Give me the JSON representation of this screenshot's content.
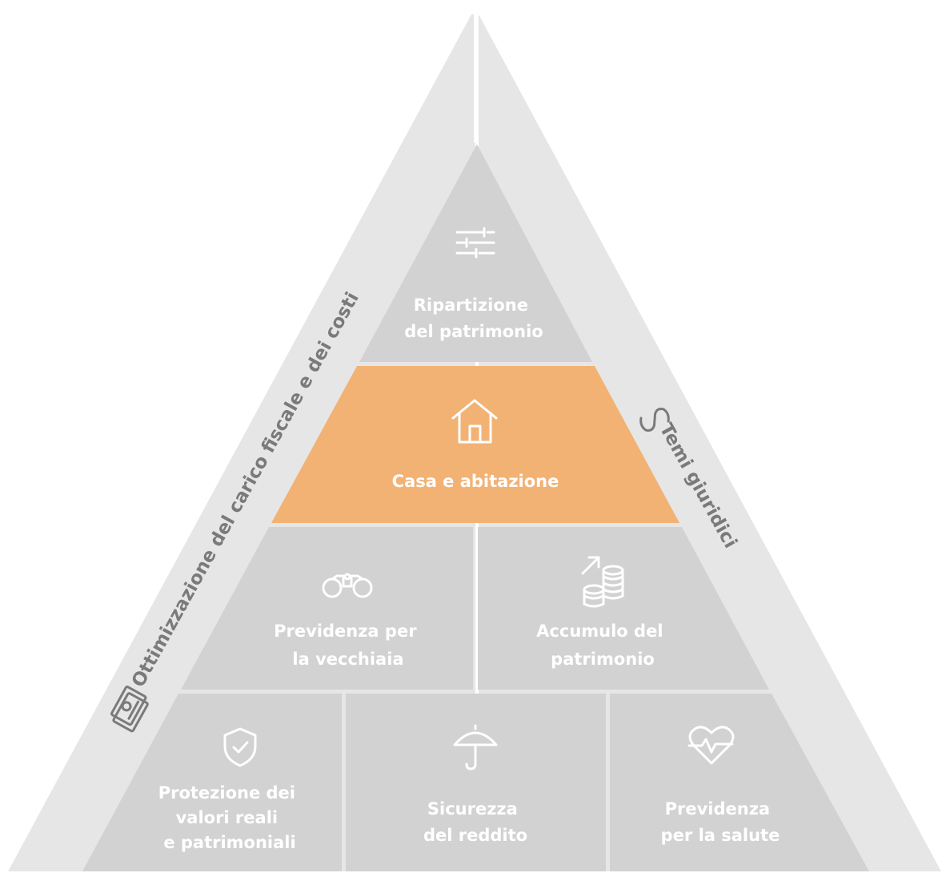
{
  "colors": {
    "outer": "#e6e6e6",
    "segment": "#d2d2d2",
    "highlight": "#f2b274",
    "divider": "#ffffff",
    "side_text": "#7a7a7a",
    "segment_text": "#ffffff"
  },
  "sides": {
    "left": {
      "label": "Ottimizzazione del carico fiscale e dei costi",
      "icon": "tax-document-icon"
    },
    "right": {
      "label": "Temi giuridici",
      "icon": "paragraph-icon"
    }
  },
  "segments": {
    "top": {
      "line1": "Ripartizione",
      "line2": "del patrimonio",
      "icon": "sliders-icon"
    },
    "middle": {
      "line1": "Casa e abitazione",
      "icon": "house-icon"
    },
    "left": {
      "line1": "Previdenza per",
      "line2": "la vecchiaia",
      "icon": "binoculars-icon"
    },
    "right": {
      "line1": "Accumulo del",
      "line2": "patrimonio",
      "icon": "coins-growth-icon"
    },
    "bottom_left": {
      "line1": "Protezione dei",
      "line2": "valori reali",
      "line3": "e patrimoniali",
      "icon": "shield-check-icon"
    },
    "bottom_center": {
      "line1": "Sicurezza",
      "line2": "del reddito",
      "icon": "umbrella-icon"
    },
    "bottom_right": {
      "line1": "Previdenza",
      "line2": "per la salute",
      "icon": "heart-pulse-icon"
    }
  }
}
